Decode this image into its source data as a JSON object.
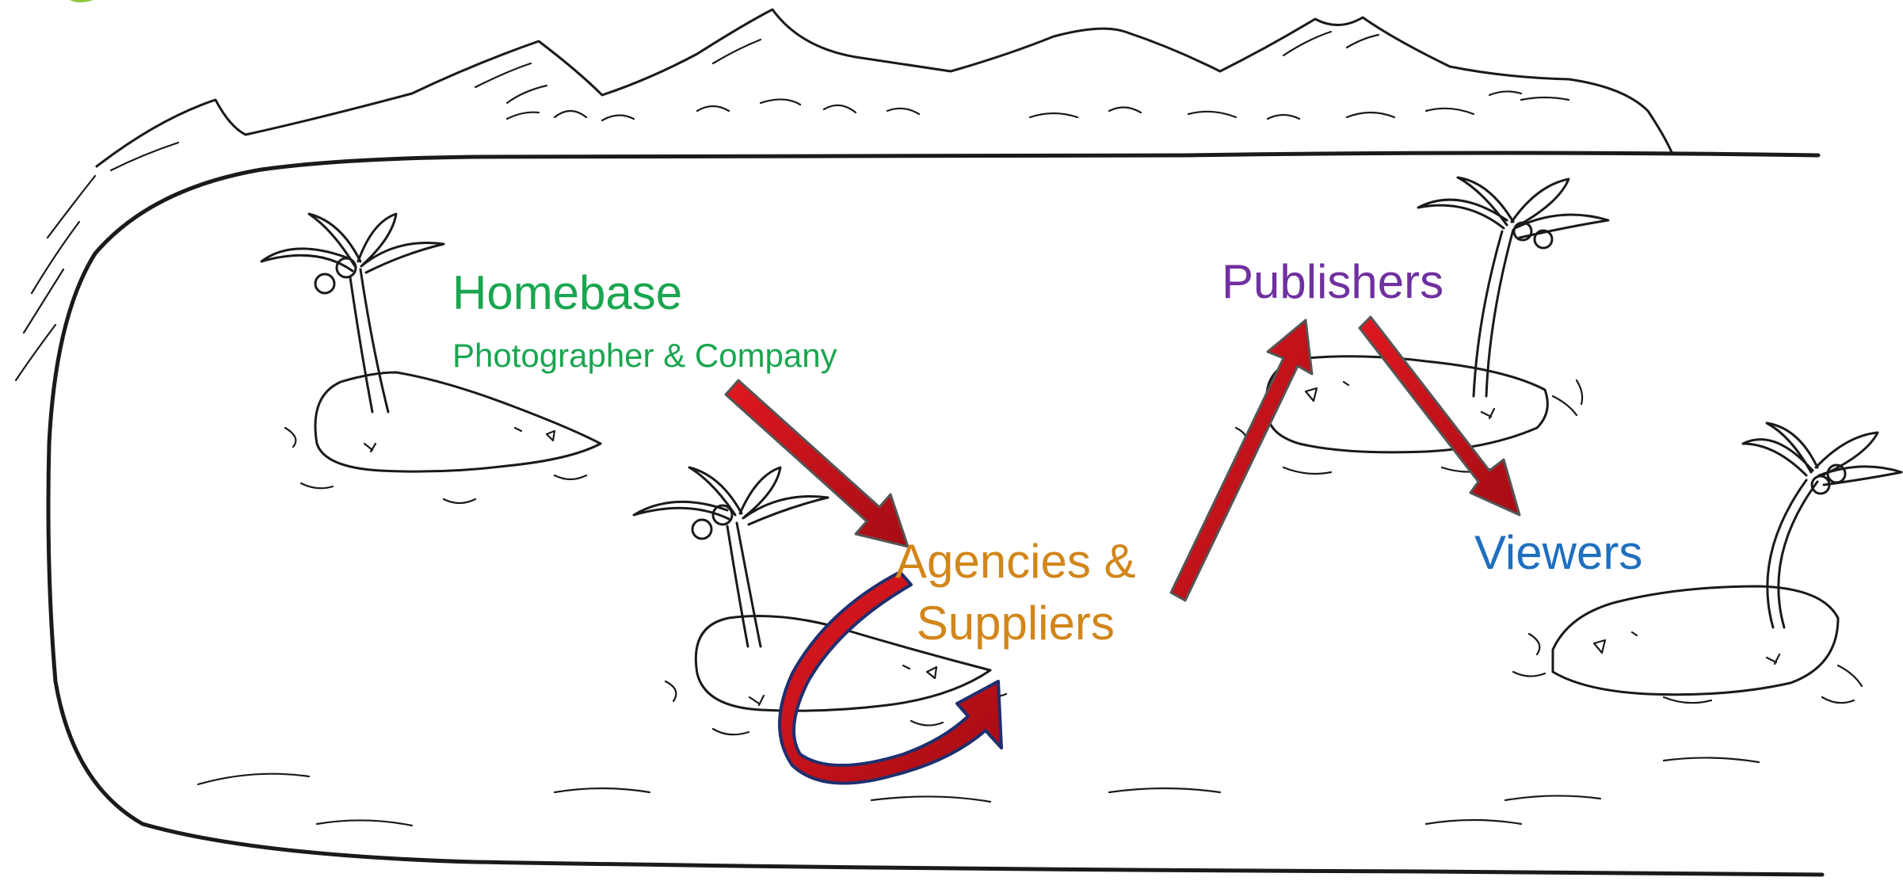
{
  "labels": {
    "homebase_title": "Homebase",
    "homebase_subtitle": "Photographer & Company",
    "agencies_line1": "Agencies &",
    "agencies_line2": "Suppliers",
    "publishers": "Publishers",
    "viewers": "Viewers"
  },
  "colors": {
    "homebase": "#1aa650",
    "agencies": "#d2861a",
    "publishers": "#7030a0",
    "viewers": "#1f6fbf",
    "arrow_fill": "#c8101a",
    "arrow_stroke": "#555555",
    "curved_arrow_stroke": "#1f2f6e"
  }
}
